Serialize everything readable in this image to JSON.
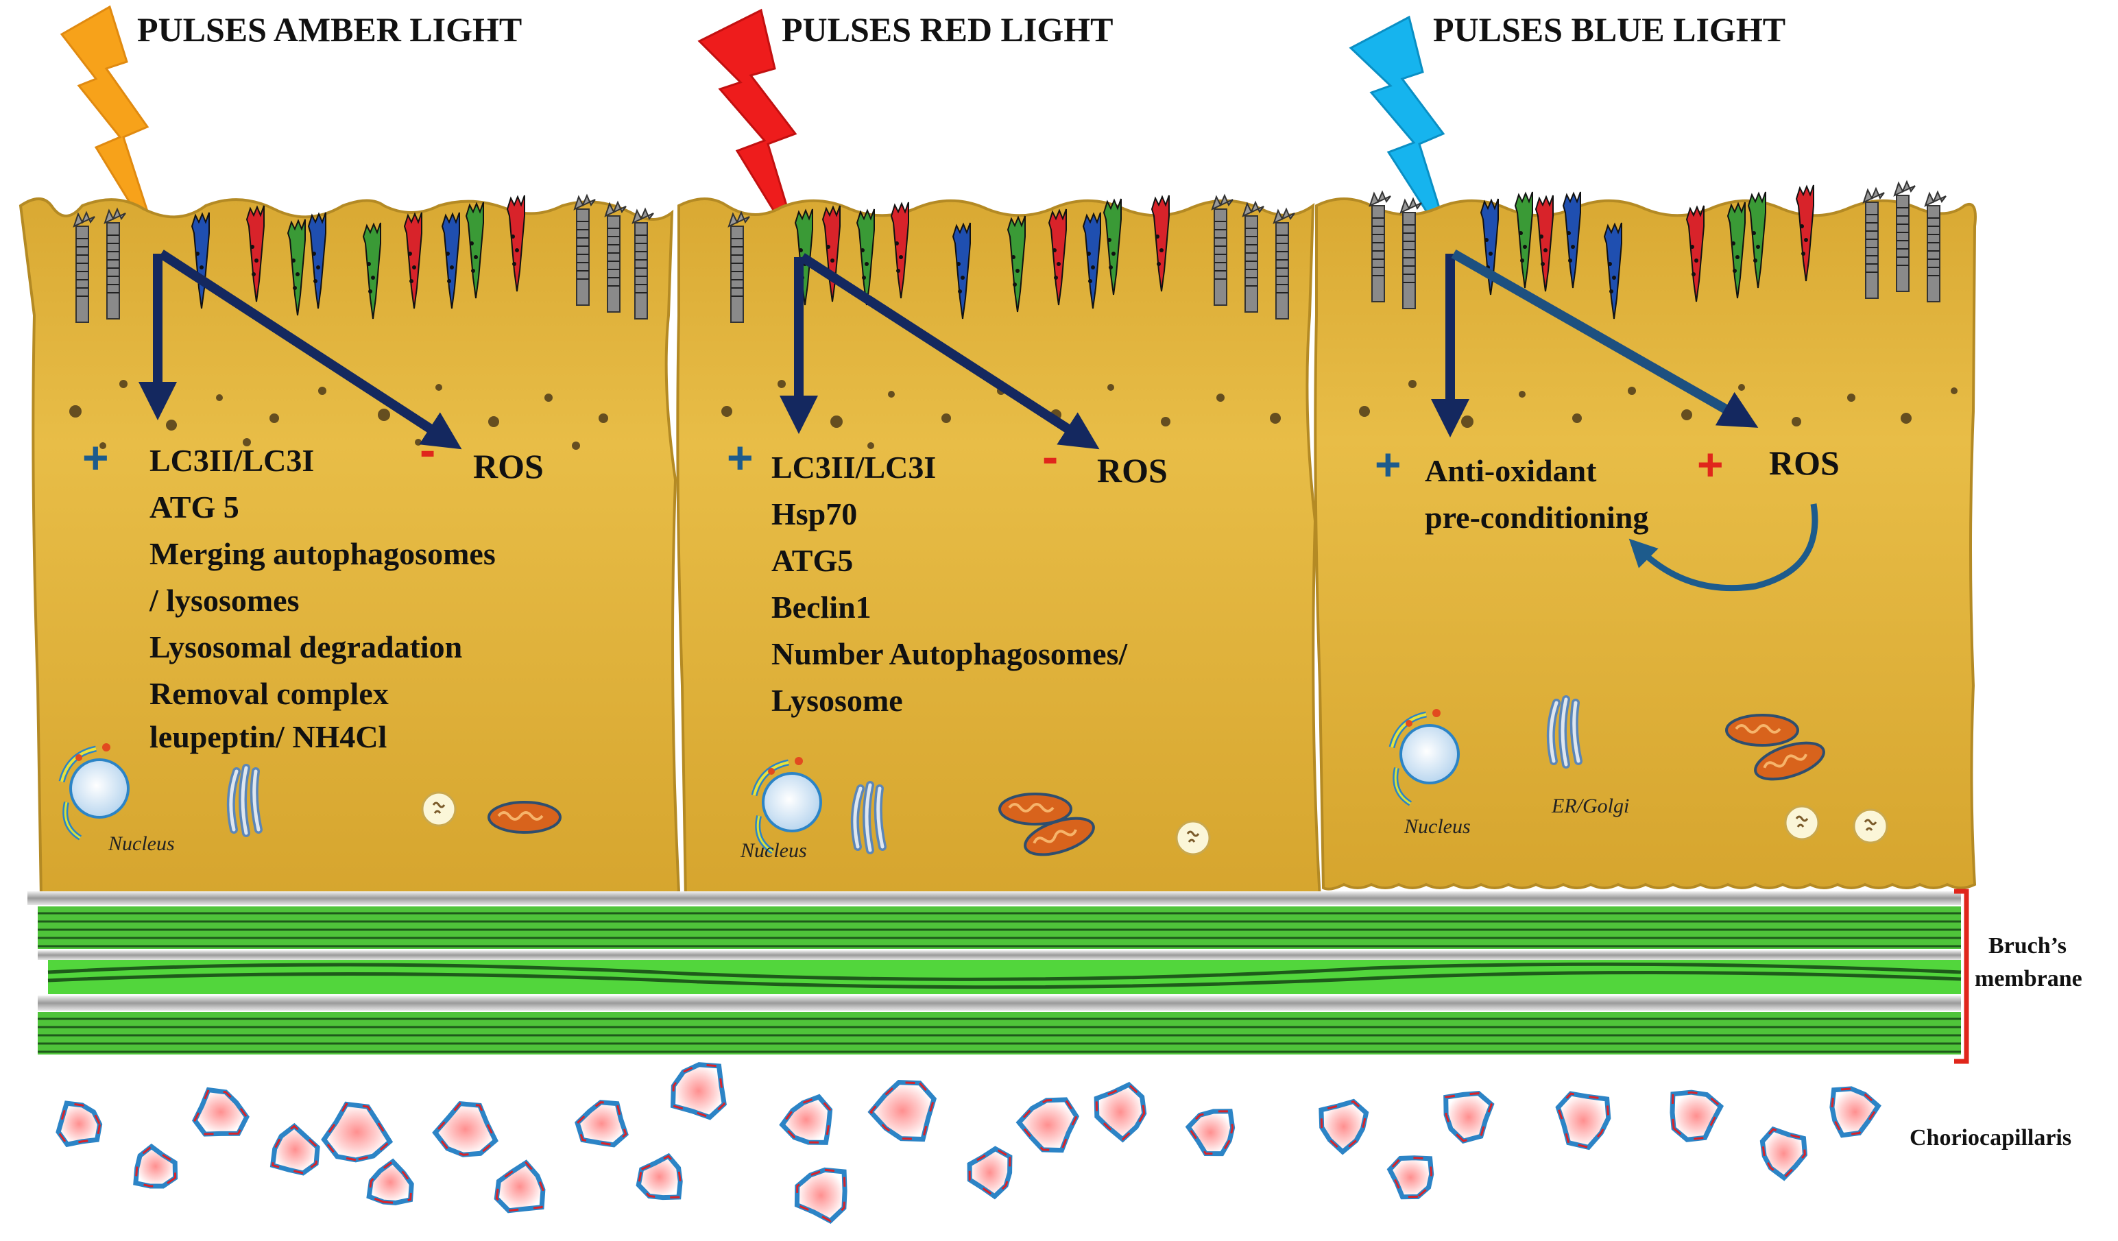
{
  "colors": {
    "amber": "#f7a21a",
    "red": "#ee1c1c",
    "blue": "#16b4ee",
    "cell_fill": "#e3b540",
    "cell_fill_dark": "#c99320",
    "arrow": "#14285f",
    "plus": "#1d5b8c",
    "minus": "#e0261b",
    "membrane": "#4fc43a",
    "bracket": "#e0261b"
  },
  "panels": [
    {
      "title": "PULSES AMBER LIGHT",
      "left": {
        "sign": "+",
        "lines": [
          "LC3II/LC3I",
          "ATG 5",
          "Merging autophagosomes",
          "/ lysosomes",
          "Lysosomal degradation",
          "Removal complex",
          "leupeptin/ NH4Cl"
        ]
      },
      "right": {
        "sign": "-",
        "label": "ROS"
      },
      "nucleus_label": "Nucleus"
    },
    {
      "title": "PULSES RED LIGHT",
      "left": {
        "sign": "+",
        "lines": [
          "LC3II/LC3I",
          "Hsp70",
          "ATG5",
          "Beclin1",
          "Number Autophagosomes/",
          "Lysosome"
        ]
      },
      "right": {
        "sign": "-",
        "label": "ROS"
      },
      "nucleus_label": "Nucleus"
    },
    {
      "title": "PULSES BLUE  LIGHT",
      "left": {
        "sign": "+",
        "lines": [
          "Anti-oxidant",
          "pre-conditioning"
        ]
      },
      "right": {
        "sign": "+",
        "label": "ROS"
      },
      "nucleus_label": "Nucleus",
      "organelle_label": "ER/Golgi"
    }
  ],
  "membrane_label": {
    "line1": "Bruch’s",
    "line2": "membrane"
  },
  "capillary_label": "Choriocapillaris",
  "icons": [
    "lightning-icon",
    "photoreceptor-icon",
    "nucleus-icon",
    "er-golgi-icon",
    "mitochondrion-icon",
    "lysosome-icon",
    "capillary-icon"
  ]
}
